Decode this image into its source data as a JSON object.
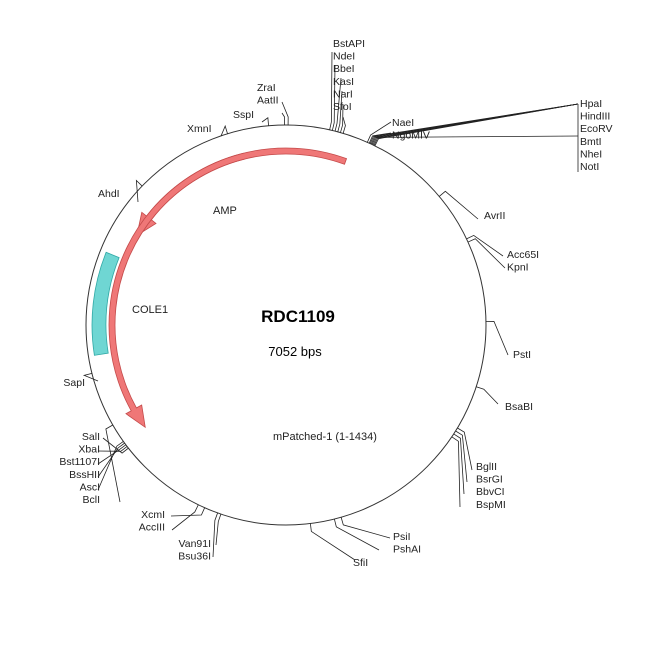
{
  "plasmid": {
    "name": "RDC1109",
    "size_label": "7052 bps"
  },
  "colors": {
    "cds_fill": "#ef7777",
    "cds_stroke": "#c44a4a",
    "origin_fill": "#6fd6d3",
    "origin_stroke": "#2fa9a6",
    "line": "#222222"
  },
  "features": [
    {
      "id": "amp",
      "label": "AMP",
      "type": "cds",
      "direction": "ccw"
    },
    {
      "id": "mpatched",
      "label": "mPatched-1 (1-1434)",
      "type": "cds",
      "direction": "ccw"
    },
    {
      "id": "cole1",
      "label": "COLE1",
      "type": "origin"
    }
  ],
  "site_groups": [
    {
      "id": "bstapi-group",
      "labels": [
        "BstAPI",
        "NdeI",
        "BbeI",
        "KasI",
        "NarI",
        "SfoI"
      ]
    },
    {
      "id": "zrai-group",
      "labels": [
        "ZraI",
        "AatII"
      ]
    },
    {
      "id": "sspi",
      "labels": [
        "SspI"
      ]
    },
    {
      "id": "xmni",
      "labels": [
        "XmnI"
      ]
    },
    {
      "id": "ahdi",
      "labels": [
        "AhdI"
      ]
    },
    {
      "id": "naei-group",
      "labels": [
        "NaeI",
        "NgoMIV"
      ]
    },
    {
      "id": "hpai-group",
      "labels": [
        "HpaI",
        "HindIII",
        "EcoRV",
        "BmtI",
        "NheI",
        "NotI"
      ]
    },
    {
      "id": "avrii",
      "labels": [
        "AvrII"
      ]
    },
    {
      "id": "acc65i-group",
      "labels": [
        "Acc65I",
        "KpnI"
      ]
    },
    {
      "id": "psti",
      "labels": [
        "PstI"
      ]
    },
    {
      "id": "bsabi",
      "labels": [
        "BsaBI"
      ]
    },
    {
      "id": "bglii-group",
      "labels": [
        "BglII",
        "BsrGI",
        "BbvCI",
        "BspMI"
      ]
    },
    {
      "id": "psii-group",
      "labels": [
        "PsiI",
        "PshAI"
      ]
    },
    {
      "id": "sfii",
      "labels": [
        "SfiI"
      ]
    },
    {
      "id": "van91i-group",
      "labels": [
        "Van91I",
        "Bsu36I"
      ]
    },
    {
      "id": "xcmi-group",
      "labels": [
        "XcmI",
        "AccIII"
      ]
    },
    {
      "id": "sali-group",
      "labels": [
        "SalI",
        "XbaI",
        "Bst1107I",
        "BssHII",
        "AscI",
        "BclI"
      ]
    },
    {
      "id": "sapi",
      "labels": [
        "SapI"
      ]
    }
  ]
}
